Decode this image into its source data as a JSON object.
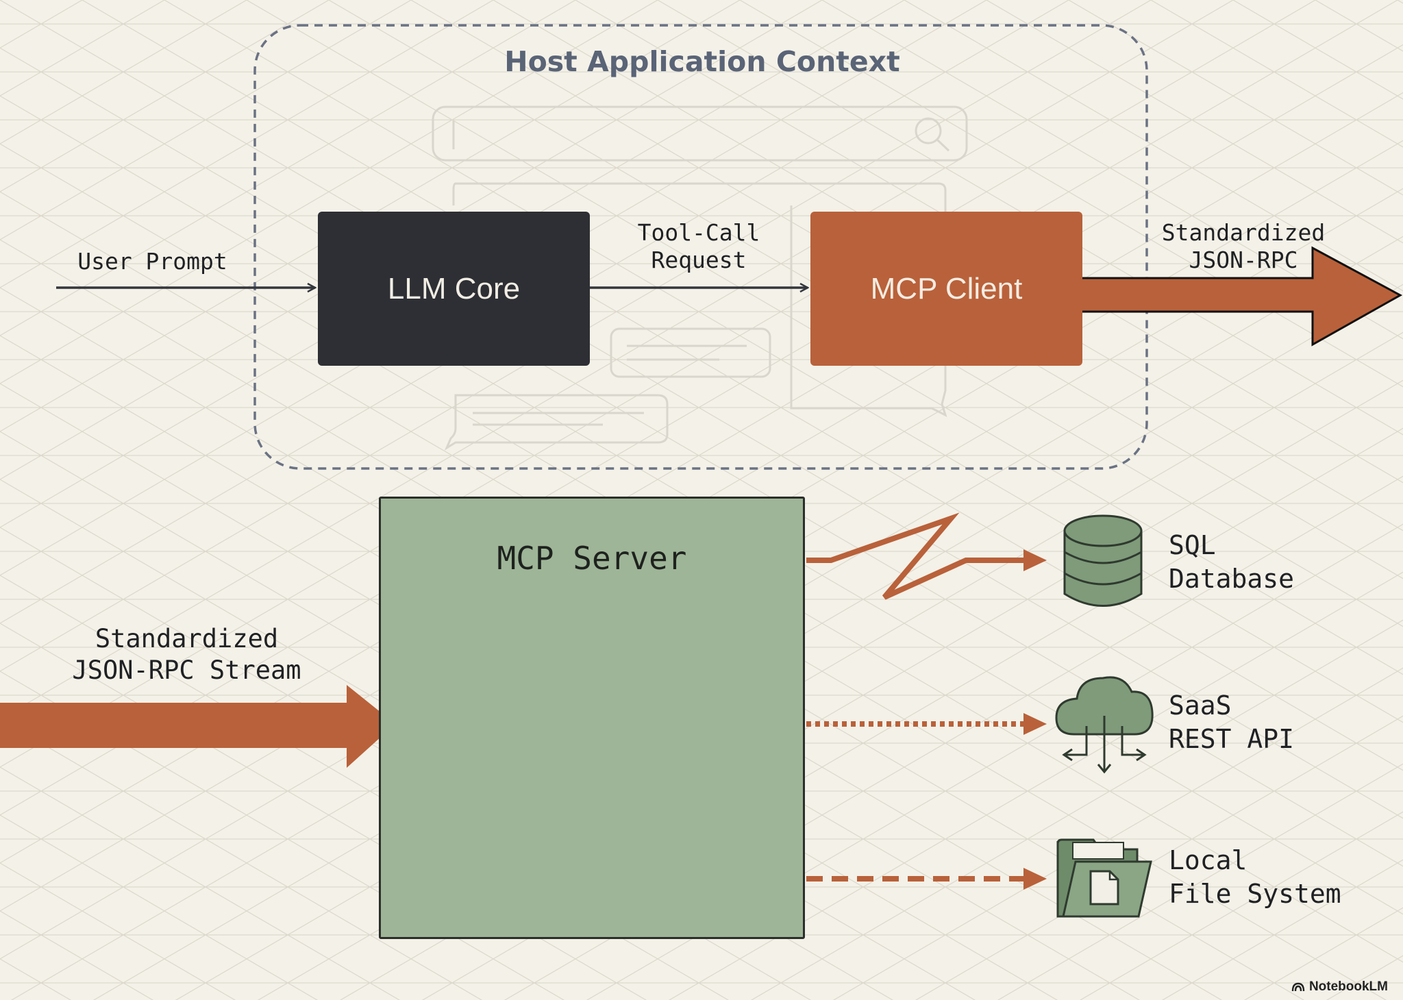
{
  "host": {
    "title": "Host Application Context"
  },
  "nodes": {
    "llm_core": "LLM Core",
    "mcp_client": "MCP Client",
    "mcp_server": "MCP Server"
  },
  "edges": {
    "user_prompt": "User Prompt",
    "tool_call": "Tool-Call\nRequest",
    "json_rpc_out": "Standardized\nJSON-RPC",
    "json_rpc_in": "Standardized\nJSON-RPC Stream"
  },
  "resources": [
    {
      "label": "SQL\nDatabase",
      "icon": "database-icon",
      "connector": "zigzag"
    },
    {
      "label": "SaaS\nREST API",
      "icon": "cloud-api-icon",
      "connector": "dotted"
    },
    {
      "label": "Local\nFile System",
      "icon": "folder-file-icon",
      "connector": "dashed"
    }
  ],
  "watermark": "NotebookLM",
  "colors": {
    "background": "#f4f1e8",
    "llm_core": "#2d2f34",
    "mcp_client": "#b9613a",
    "mcp_server": "#9eb597",
    "accent_arrow": "#b9613a",
    "icon_green": "#7f9b7a",
    "host_border": "#6a7284"
  }
}
